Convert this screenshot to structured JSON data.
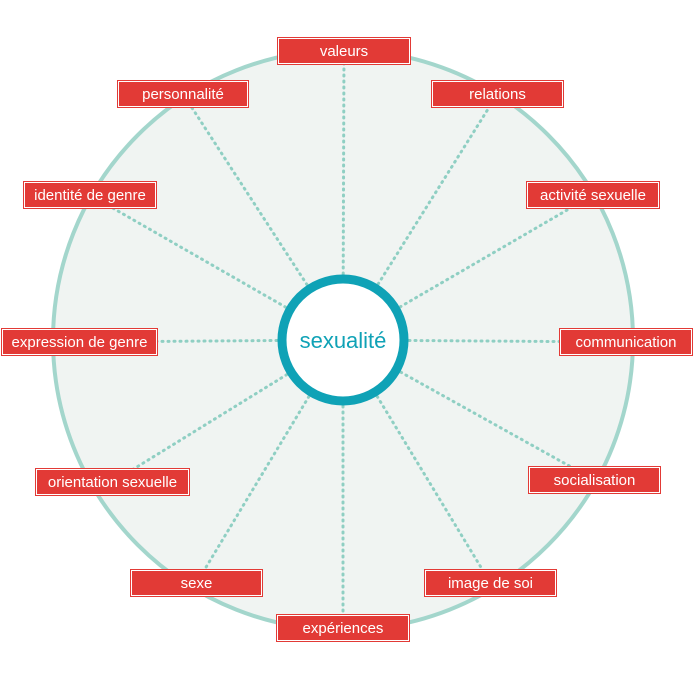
{
  "center": {
    "label": "sexualité"
  },
  "nodes": [
    {
      "id": "valeurs",
      "label": "valeurs"
    },
    {
      "id": "relations",
      "label": "relations"
    },
    {
      "id": "activite-sexuelle",
      "label": "activité sexuelle"
    },
    {
      "id": "communication",
      "label": "communication"
    },
    {
      "id": "socialisation",
      "label": "socialisation"
    },
    {
      "id": "image-de-soi",
      "label": "image de soi"
    },
    {
      "id": "experiences",
      "label": "expériences"
    },
    {
      "id": "sexe",
      "label": "sexe"
    },
    {
      "id": "orientation-sexuelle",
      "label": "orientation sexuelle"
    },
    {
      "id": "expression-de-genre",
      "label": "expression de genre"
    },
    {
      "id": "identite-de-genre",
      "label": "identité de genre"
    },
    {
      "id": "personnalite",
      "label": "personnalité"
    }
  ],
  "colors": {
    "node_fill": "#e23a36",
    "node_text": "#ffffff",
    "hub_stroke": "#0fa2b6",
    "outer_stroke": "#a3d6cc",
    "outer_fill": "#f0f4f2",
    "spoke": "#8fcfc3"
  }
}
